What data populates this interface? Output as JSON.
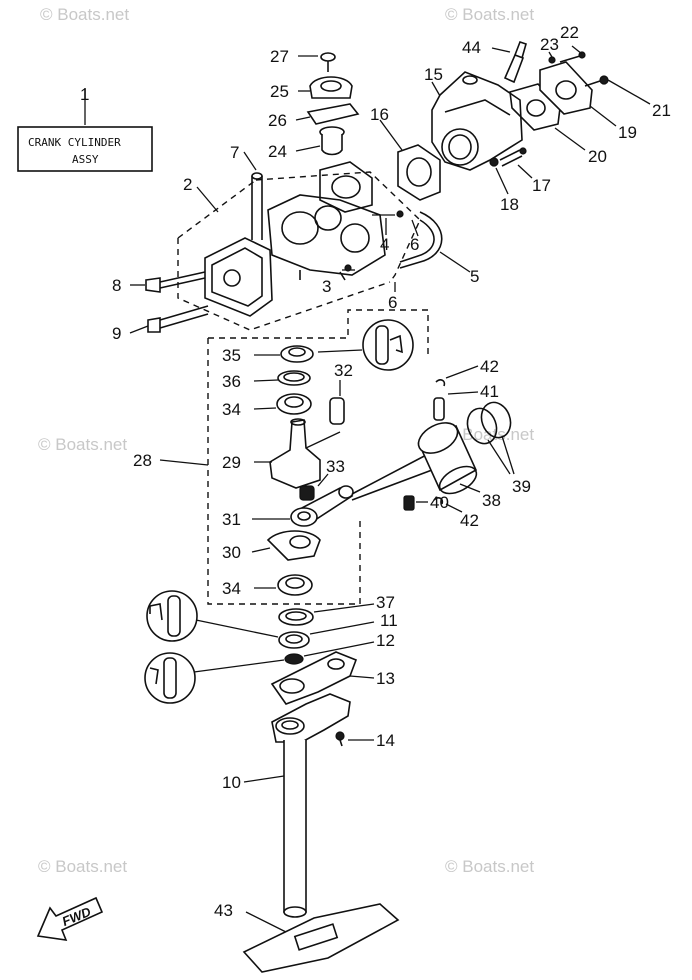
{
  "watermark": {
    "top_left": "© Boats.net",
    "top_right": "© Boats.net",
    "mid_left": "© Boats.net",
    "mid_right": "© Boats.net",
    "bottom_left": "© Boats.net",
    "bottom_right": "© Boats.net"
  },
  "assembly_box": {
    "line1": "CRANK CYLINDER",
    "line2": "ASSY",
    "ref": "1"
  },
  "direction_label": "FWD",
  "callouts": {
    "c2": "2",
    "c3": "3",
    "c4": "4",
    "c5": "5",
    "c6a": "6",
    "c6b": "6",
    "c7": "7",
    "c8": "8",
    "c9": "9",
    "c10": "10",
    "c11": "11",
    "c12": "12",
    "c13": "13",
    "c14": "14",
    "c15": "15",
    "c16": "16",
    "c17": "17",
    "c18": "18",
    "c19": "19",
    "c20": "20",
    "c21": "21",
    "c22": "22",
    "c23": "23",
    "c24": "24",
    "c25": "25",
    "c26": "26",
    "c27": "27",
    "c28": "28",
    "c29": "29",
    "c30": "30",
    "c31": "31",
    "c32": "32",
    "c33": "33",
    "c34a": "34",
    "c34b": "34",
    "c35": "35",
    "c36": "36",
    "c37": "37",
    "c38": "38",
    "c39": "39",
    "c40": "40",
    "c41": "41",
    "c42a": "42",
    "c42b": "42",
    "c43": "43",
    "c44": "44"
  },
  "colors": {
    "ink": "#111111",
    "paper": "#ffffff",
    "watermark": "#c8c8c8"
  }
}
